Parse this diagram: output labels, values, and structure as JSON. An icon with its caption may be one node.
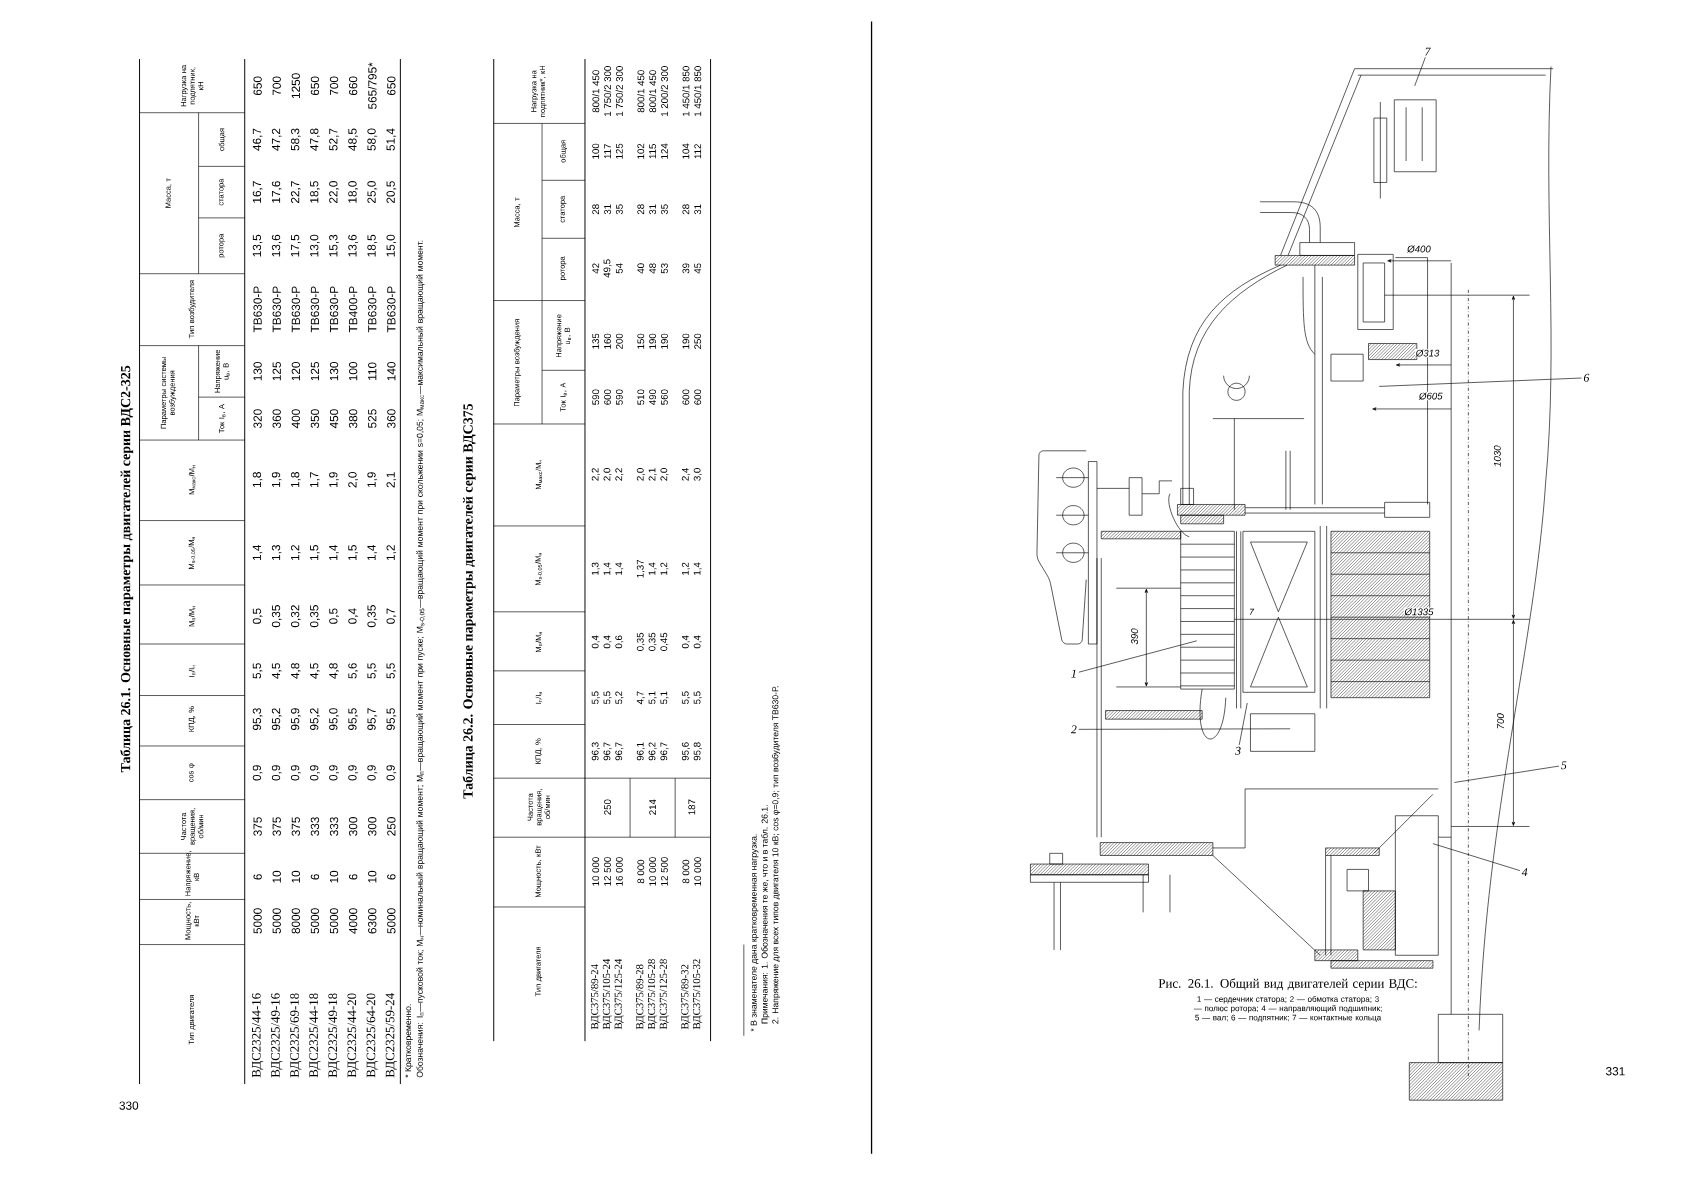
{
  "diagram": {
    "caption": "Рис. 26.1. Общий вид двигателей серии ВДС:",
    "nodes": [
      {
        "text": [
          "7"
        ]
      },
      {
        "text": [
          "6"
        ]
      },
      {
        "text": [
          "1"
        ],
        "in": 7
      },
      {
        "text": [
          "2"
        ],
        "in": 7
      },
      {
        "text": [
          "3"
        ],
        "in": 7
      },
      {
        "text": [
          "5"
        ]
      },
      {
        "text": [
          "4"
        ],
        "in": 7
      },
      {
        "text": [],
        "shape": "picture"
      }
    ],
    "edges": [
      {
        "from": 0,
        "to": 7,
        "arrow": "none"
      },
      {
        "from": 1,
        "to": 7,
        "arrow": "none"
      },
      {
        "from": 2,
        "to": 7,
        "arrow": "none"
      },
      {
        "from": 3,
        "to": 7,
        "arrow": "none"
      },
      {
        "from": 4,
        "to": 7,
        "arrow": "none"
      },
      {
        "from": 5,
        "to": 7,
        "arrow": "none"
      },
      {
        "from": 6,
        "to": 7,
        "arrow": "none"
      }
    ],
    "labels": [
      "Таблица 26.1. Основные параметры двигателей серии ВДС2-325",
      "Тип двигателя",
      "Мощность, кВт",
      "Напряжение, кВ",
      "Частота вращения, об/мин",
      "cos φ",
      "КПД, %",
      "I$_{п}$/I$_{н}$",
      "M$_{п}$/M$_{н}$",
      "M$_{s-0,05}$/M$_{н}$",
      "M$_{макс}$/M$_{н}$",
      "Параметры системы возбуждения",
      "Ток I$_{в}$, А",
      "Напряжение u$_{в}$, В",
      "Тип возбудителя",
      "Масса, т",
      "ротора",
      "статора",
      "общая",
      "Нагрузка на подпятник, кН",
      "ВДС2325/44-16",
      "5000",
      "6",
      "375",
      "0,9",
      "95,3",
      "5,5",
      "0,5",
      "1,4",
      "1,8",
      "320",
      "130",
      "ТВ630-Р",
      "13,5",
      "16,7",
      "46,7",
      "650",
      "ВДС2325/49-16",
      "5000",
      "10",
      "375",
      "0,9",
      "95,2",
      "4,5",
      "0,35",
      "1,3",
      "1,9",
      "360",
      "125",
      "ТВ630-Р",
      "13,6",
      "17,6",
      "47,2",
      "700",
      "ВДС2325/69-18",
      "8000",
      "10",
      "375",
      "0,9",
      "95,9",
      "4,8",
      "0,32",
      "1,2",
      "1,8",
      "400",
      "120",
      "ТВ630-Р",
      "17,5",
      "22,7",
      "58,3",
      "1250",
      "ВДС2325/44-18",
      "5000",
      "6",
      "333",
      "0,9",
      "95,2",
      "4,5",
      "0,35",
      "1,5",
      "1,7",
      "350",
      "125",
      "ТВ630-Р",
      "13,0",
      "18,5",
      "47,8",
      "650",
      "ВДС2325/49-18",
      "5000",
      "10",
      "333",
      "0,9",
      "95,0",
      "4,8",
      "0,5",
      "1,4",
      "1,9",
      "450",
      "130",
      "ТВ630-Р",
      "15,3",
      "22,0",
      "52,7",
      "700",
      "ВДС2325/44-20",
      "4000",
      "6",
      "300",
      "0,9",
      "95,5",
      "5,6",
      "0,4",
      "1,5",
      "2,0",
      "380",
      "100",
      "ТВ400-Р",
      "13,6",
      "18,0",
      "48,5",
      "660",
      "ВДС2325/64-20",
      "6300",
      "10",
      "300",
      "0,9",
      "95,7",
      "5,5",
      "0,35",
      "1,4",
      "1,9",
      "525",
      "110",
      "ТВ630-Р",
      "18,5",
      "25,0",
      "58,0",
      "565/795*",
      "ВДС2325/59-24",
      "5000",
      "6",
      "250",
      "0,9",
      "95,5",
      "5,5",
      "0,7",
      "1,2",
      "2,1",
      "360",
      "140",
      "ТВ630-Р",
      "15,0",
      "20,5",
      "51,4",
      "650",
      "* Кратковременно.",
      "Обозначения: I$_{п}$—пусковой ток; M$_{н}$—номинальный вращающий момент; M$_{п}$—вращающий момент при пуске; M$_{s-0,05}$—вращающий момент при скольжении s=0,05; M$_{макс}$—максимальный вращающий момент.",
      "Таблица 26.2. Основные параметры двигателей серии ВДС375",
      "Тип двигателя",
      "Мощность, кВт",
      "Частота вращения, об/мин",
      "КПД, %",
      "I$_{п}$/I$_{н}$",
      "M$_{п}$/M$_{н}$",
      "M$_{s-0,05}$/M$_{н}$",
      "M$_{макс}$/M$_{н}$",
      "Параметры возбуждения",
      "Ток I$_{в}$, А",
      "Напряжение u$_{в}$, В",
      "Масса, т",
      "ротора",
      "статора",
      "общая",
      "Нагрузка на подпятник*, кН",
      "ВДС375/89-24",
      "10 000",
      "250",
      "96,3",
      "5,5",
      "0,4",
      "1,3",
      "2,2",
      "590",
      "135",
      "42",
      "28",
      "100",
      "800/1 450",
      "ВДС375/105-24",
      "12 500",
      "96,7",
      "5,5",
      "0,4",
      "1,4",
      "2,0",
      "600",
      "160",
      "49,5",
      "31",
      "117",
      "1 750/2 300",
      "ВДС375/125-24",
      "16 000",
      "96,7",
      "5,2",
      "0,6",
      "1,4",
      "2,2",
      "590",
      "200",
      "54",
      "35",
      "125",
      "1 750/2 300",
      "ВДС375/89-28",
      "8 000",
      "214",
      "96,1",
      "4,7",
      "0,35",
      "1,37",
      "2,0",
      "510",
      "150",
      "40",
      "28",
      "102",
      "800/1 450",
      "ВДС375/105-28",
      "10 000",
      "96,2",
      "5,1",
      "0,35",
      "1,4",
      "2,1",
      "490",
      "190",
      "48",
      "31",
      "115",
      "800/1 450",
      "ВДС375/125-28",
      "12 500",
      "96,7",
      "5,1",
      "0,45",
      "1,2",
      "2,0",
      "560",
      "190",
      "53",
      "35",
      "124",
      "1 200/2 300",
      "ВДС375/89-32",
      "8 000",
      "187",
      "95,6",
      "5,5",
      "0,4",
      "1,2",
      "2,4",
      "600",
      "190",
      "39",
      "28",
      "104",
      "1 450/1 850",
      "ВДС375/105-32",
      "10 000",
      "95,8",
      "5,5",
      "0,4",
      "1,4",
      "3,0",
      "600",
      "250",
      "45",
      "31",
      "112",
      "1 450/1 850",
      "* В знаменателе дана кратковременная нагрузка.",
      "Примечания: 1. Обозначения те же, что и в табл. 26.1.",
      "2. Напряжение для всех типов двигателя 10 кВ; cos φ=0,9; тип возбудителя ТВ630-Р.",
      "330",
      "Ø400",
      "Ø313",
      "Ø605",
      "1030",
      "Ø1335",
      "7",
      "390",
      "700",
      "1 — сердечник статора; 2 — обмотка статора; 3 — полюс ротора; 4 — направляющий подшипник; 5 — вал; 6 — подпятник; 7 — контактные кольца",
      "331"
    ]
  }
}
